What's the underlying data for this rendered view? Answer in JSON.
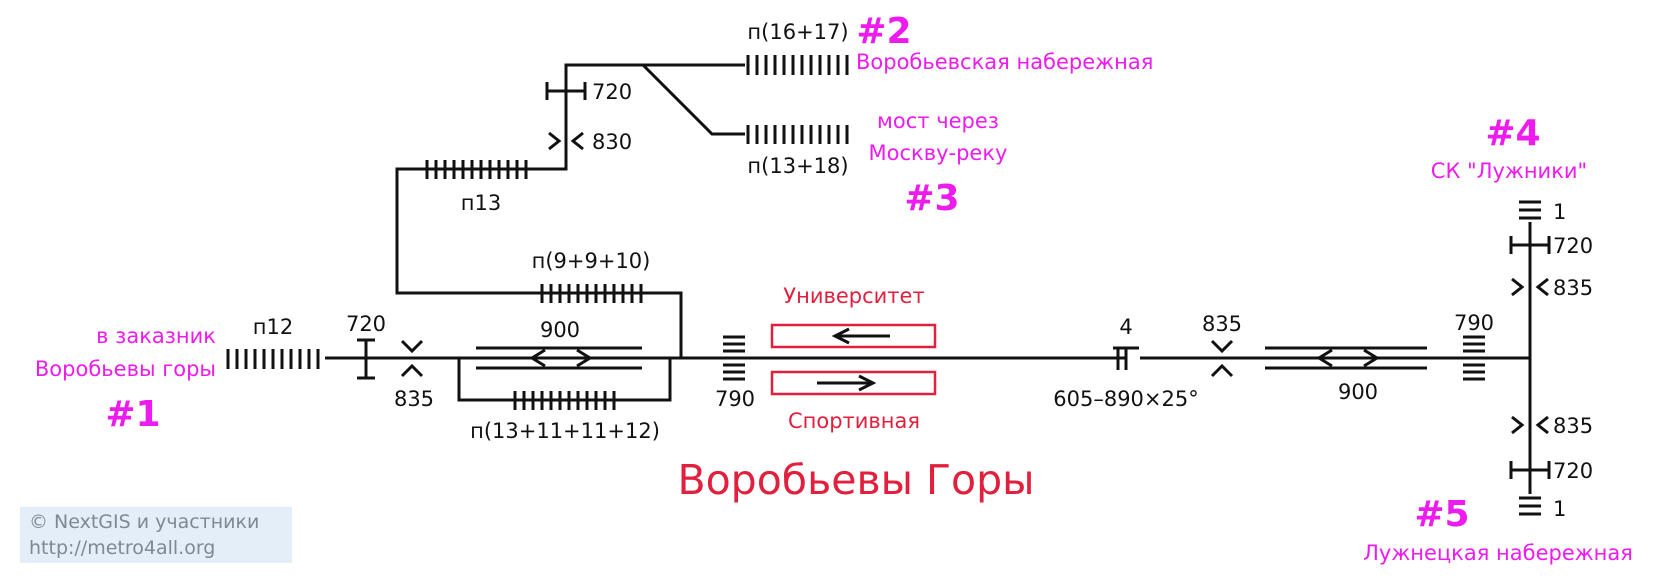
{
  "title": "Воробьевы Горы",
  "exits": {
    "e1": {
      "num": "#1",
      "line1": "в заказник",
      "line2": "Воробьевы горы"
    },
    "e2": {
      "num": "#2",
      "name": "Воробьевская набережная"
    },
    "e3": {
      "num": "#3",
      "line1": "мост через",
      "line2": "Москву-реку"
    },
    "e4": {
      "num": "#4",
      "name": "СК \"Лужники\""
    },
    "e5": {
      "num": "#5",
      "name": "Лужнецкая набережная"
    }
  },
  "platforms": {
    "upper": "Университет",
    "lower": "Спортивная"
  },
  "labels": {
    "p12": "п12",
    "w720_left": "720",
    "w835_left": "835",
    "w900_left": "900",
    "p9910": "п(9+9+10)",
    "p13111112": "п(13+11+11+12)",
    "w790_left": "790",
    "p13": "п13",
    "w720_top": "720",
    "w830": "830",
    "p1617": "п(16+17)",
    "p1318": "п(13+18)",
    "w4": "4",
    "ramp": "605–890×25°",
    "w835_mid": "835",
    "w900_right": "900",
    "w790_right": "790",
    "n1_top": "1",
    "w720_r1": "720",
    "w835_r1": "835",
    "w835_r2": "835",
    "w720_r2": "720",
    "n1_bottom": "1"
  },
  "copyright": {
    "line1": "© NextGIS и участники",
    "line2": "http://metro4all.org"
  }
}
